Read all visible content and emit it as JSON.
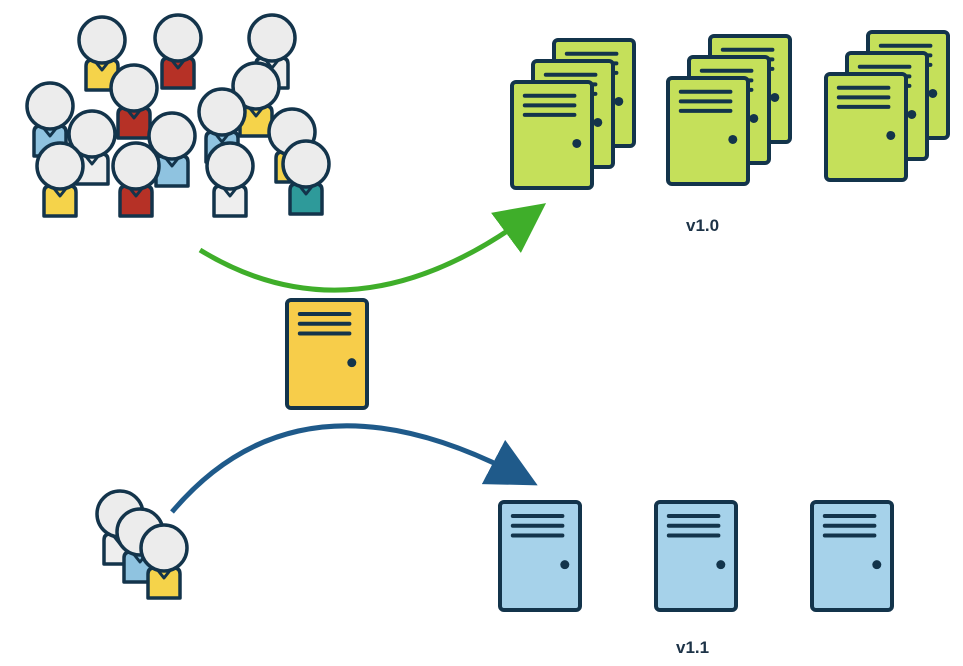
{
  "labels": {
    "old_version": "v1.0",
    "new_version": "v1.1"
  },
  "colors": {
    "outline": "#13344b",
    "old_server": "#c5e05a",
    "new_server": "#a6d2ea",
    "router": "#f7cd4a",
    "arrow_old": "#3fae2a",
    "arrow_new": "#1f5a8a",
    "head_fill": "#ececec",
    "shirt_yellow": "#f5d34a",
    "shirt_red": "#b63126",
    "shirt_blue": "#8fc3e0",
    "shirt_teal": "#2e9a9a",
    "shirt_white": "#eeeeee"
  },
  "icons": {
    "person": "person-icon",
    "server": "server-icon",
    "router": "load-balancer-icon",
    "arrow": "arrow-icon"
  },
  "groups": {
    "old_server_stacks": 3,
    "old_server_stack_depth": 3,
    "new_servers": 3
  }
}
